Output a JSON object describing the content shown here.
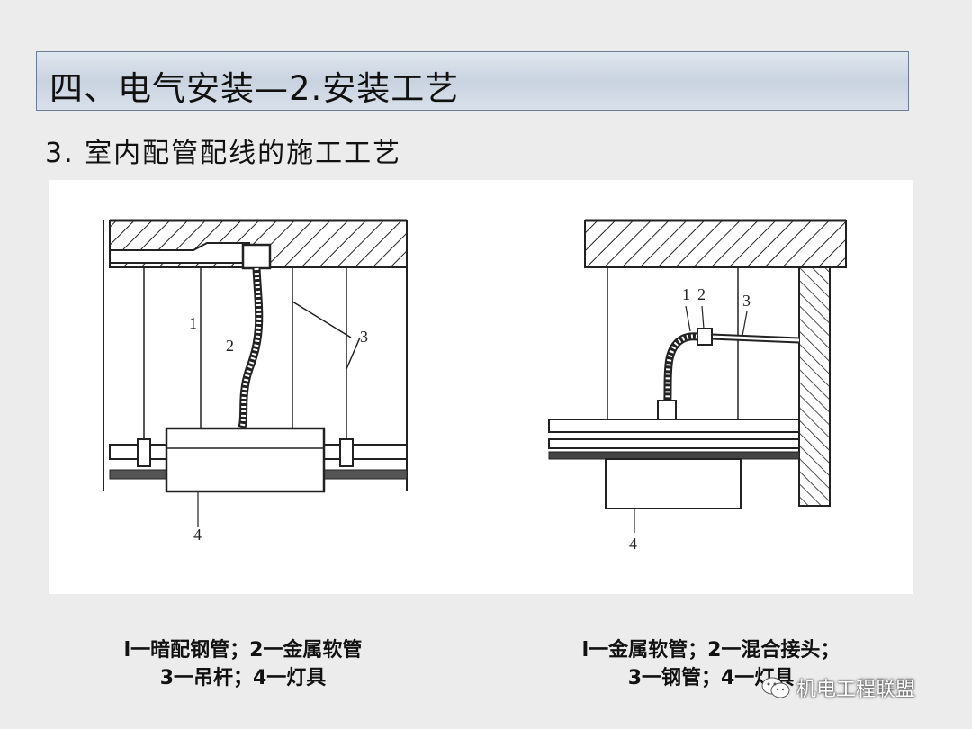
{
  "header": {
    "title": "四、电气安装—2.安装工艺"
  },
  "section": {
    "subtitle": "3. 室内配管配线的施工工艺"
  },
  "figure_left": {
    "labels": {
      "l1": "1",
      "l2": "2",
      "l3": "3",
      "l4": "4"
    },
    "caption_line1": "l一暗配钢管；2一金属软管",
    "caption_line2": "3一吊杆；4一灯具"
  },
  "figure_right": {
    "labels": {
      "l1": "1",
      "l2": "2",
      "l3": "3",
      "l4": "4"
    },
    "caption_line1": "l一金属软管；2一混合接头；",
    "caption_line2": "3一钢管；4一灯具"
  },
  "watermark": {
    "text": "机电工程联盟"
  },
  "colors": {
    "title_bg": "#d3dbe6",
    "line": "#222222",
    "panel_bg": "#ffffff"
  }
}
